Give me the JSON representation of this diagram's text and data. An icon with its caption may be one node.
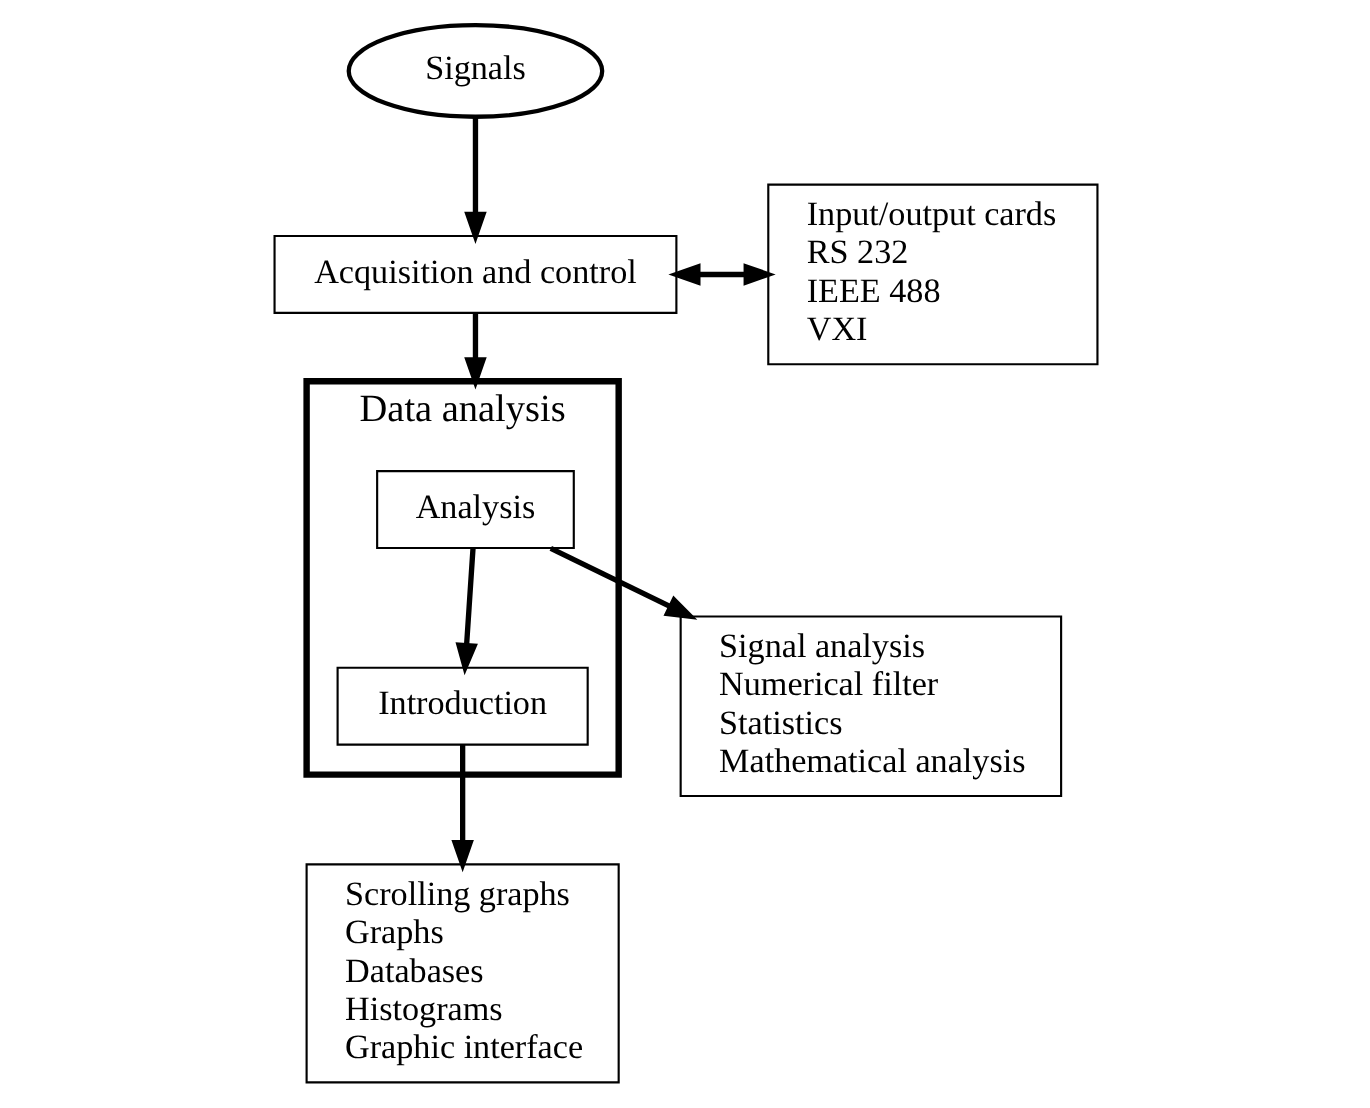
{
  "diagram": {
    "nodes": [
      {
        "text": [
          "Signals"
        ]
      },
      {
        "text": [
          "Acquisition and control"
        ]
      },
      {
        "text": [
          "Input/output cards",
          "RS 232",
          "IEEE 488",
          "VXI"
        ]
      },
      {
        "text": [
          "Data analysis"
        ]
      },
      {
        "text": [
          "Analysis"
        ],
        "in": 3
      },
      {
        "text": [
          "Introduction"
        ],
        "in": 3
      },
      {
        "text": [
          "Signal analysis",
          "Numerical filter",
          "Statistics",
          "Mathematical analysis"
        ]
      },
      {
        "text": [
          "Scrolling graphs",
          "Graphs",
          "Databases",
          "Histograms",
          "Graphic interface"
        ]
      }
    ],
    "edges": [
      {
        "from": 0,
        "to": 1,
        "arrow": "to"
      },
      {
        "from": 1,
        "to": 2,
        "arrow": "both"
      },
      {
        "from": 1,
        "to": 3,
        "arrow": "to"
      },
      {
        "from": 4,
        "to": 6,
        "arrow": "to"
      },
      {
        "from": 4,
        "to": 5,
        "arrow": "to"
      },
      {
        "from": 5,
        "to": 7,
        "arrow": "to"
      }
    ]
  }
}
